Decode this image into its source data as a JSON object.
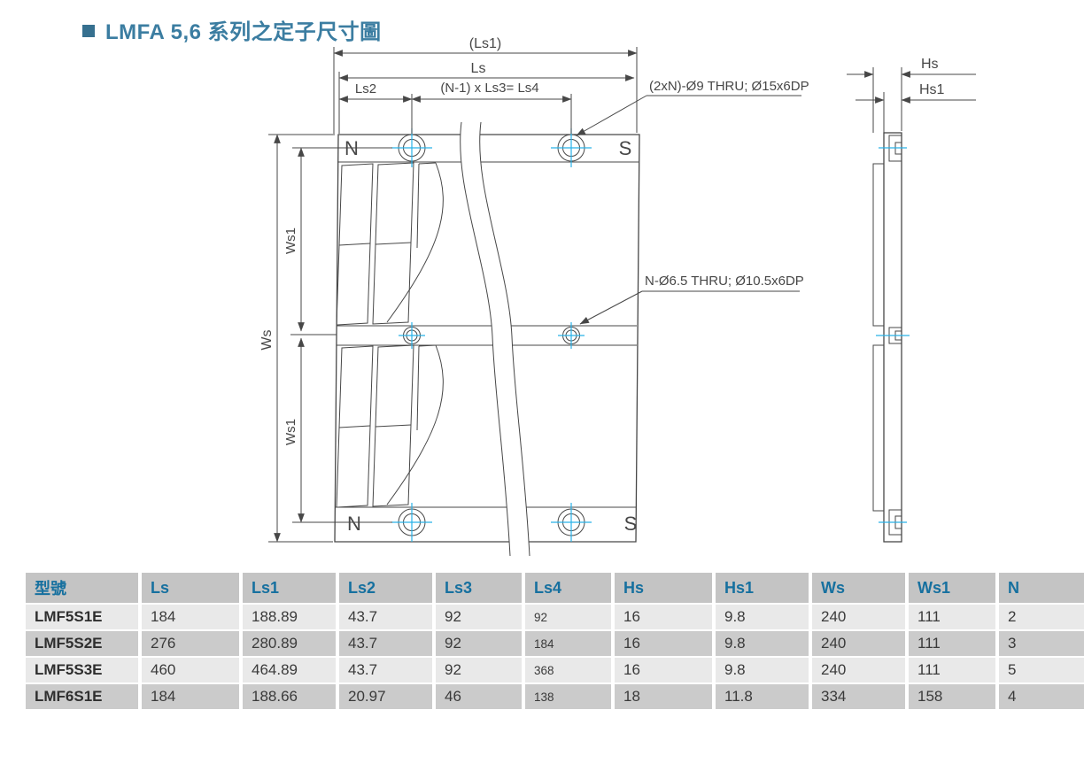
{
  "title": "LMFA 5,6 系列之定子尺寸圖",
  "drawing": {
    "dims": {
      "ls1": "(Ls1)",
      "ls": "Ls",
      "ls2": "Ls2",
      "ls3_ls4": "(N-1) x Ls3= Ls4",
      "ws": "Ws",
      "ws1_top": "Ws1",
      "ws1_bottom": "Ws1",
      "hs": "Hs",
      "hs1": "Hs1"
    },
    "callouts": {
      "top_holes": "(2xN)-Ø9 THRU; Ø15x6DP",
      "mid_holes": "N-Ø6.5 THRU; Ø10.5x6DP"
    },
    "poles": {
      "top_left": "N",
      "top_right": "S",
      "bottom_left": "N",
      "bottom_right": "S"
    },
    "colors": {
      "line": "#474747",
      "centerline": "#29b2e8",
      "title_blue": "#3b7da1",
      "header_blue": "#16709f"
    }
  },
  "table": {
    "headers": [
      "型號",
      "Ls",
      "Ls1",
      "Ls2",
      "Ls3",
      "Ls4",
      "Hs",
      "Hs1",
      "Ws",
      "Ws1",
      "N"
    ],
    "rows": [
      [
        "LMF5S1E",
        "184",
        "188.89",
        "43.7",
        "92",
        "92",
        "16",
        "9.8",
        "240",
        "111",
        "2"
      ],
      [
        "LMF5S2E",
        "276",
        "280.89",
        "43.7",
        "92",
        "184",
        "16",
        "9.8",
        "240",
        "111",
        "3"
      ],
      [
        "LMF5S3E",
        "460",
        "464.89",
        "43.7",
        "92",
        "368",
        "16",
        "9.8",
        "240",
        "111",
        "5"
      ],
      [
        "LMF6S1E",
        "184",
        "188.66",
        "20.97",
        "46",
        "138",
        "18",
        "11.8",
        "334",
        "158",
        "4"
      ]
    ]
  }
}
